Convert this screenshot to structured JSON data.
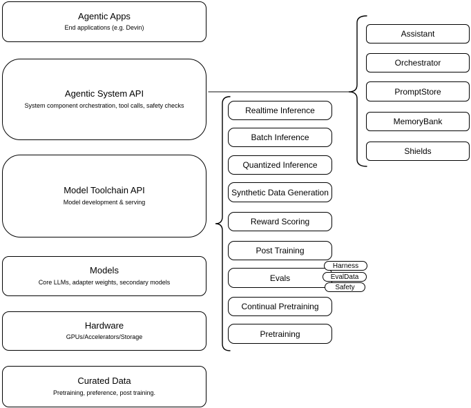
{
  "diagram": {
    "stack": [
      {
        "title": "Agentic Apps",
        "subtitle": "End applications (e.g. Devin)"
      },
      {
        "title": "Agentic System API",
        "subtitle": "System component orchestration, tool calls, safety checks"
      },
      {
        "title": "Model Toolchain API",
        "subtitle": "Model development & serving"
      },
      {
        "title": "Models",
        "subtitle": "Core LLMs, adapter weights, secondary models"
      },
      {
        "title": "Hardware",
        "subtitle": "GPUs/Accelerators/Storage"
      },
      {
        "title": "Curated Data",
        "subtitle": "Pretraining, preference, post training."
      }
    ],
    "toolchain_components": [
      "Realtime Inference",
      "Batch Inference",
      "Quantized Inference",
      "Synthetic Data Generation",
      "Reward Scoring",
      "Post Training",
      "Evals",
      "Continual Pretraining",
      "Pretraining"
    ],
    "eval_tags": [
      "Harness",
      "EvalData",
      "Safety"
    ],
    "system_components": [
      "Assistant",
      "Orchestrator",
      "PromptStore",
      "MemoryBank",
      "Shields"
    ],
    "colors": {
      "shape_stroke": "#000000",
      "shape_fill": "#ffffff",
      "text": "#000000",
      "connector": "#3d3d3d"
    }
  }
}
